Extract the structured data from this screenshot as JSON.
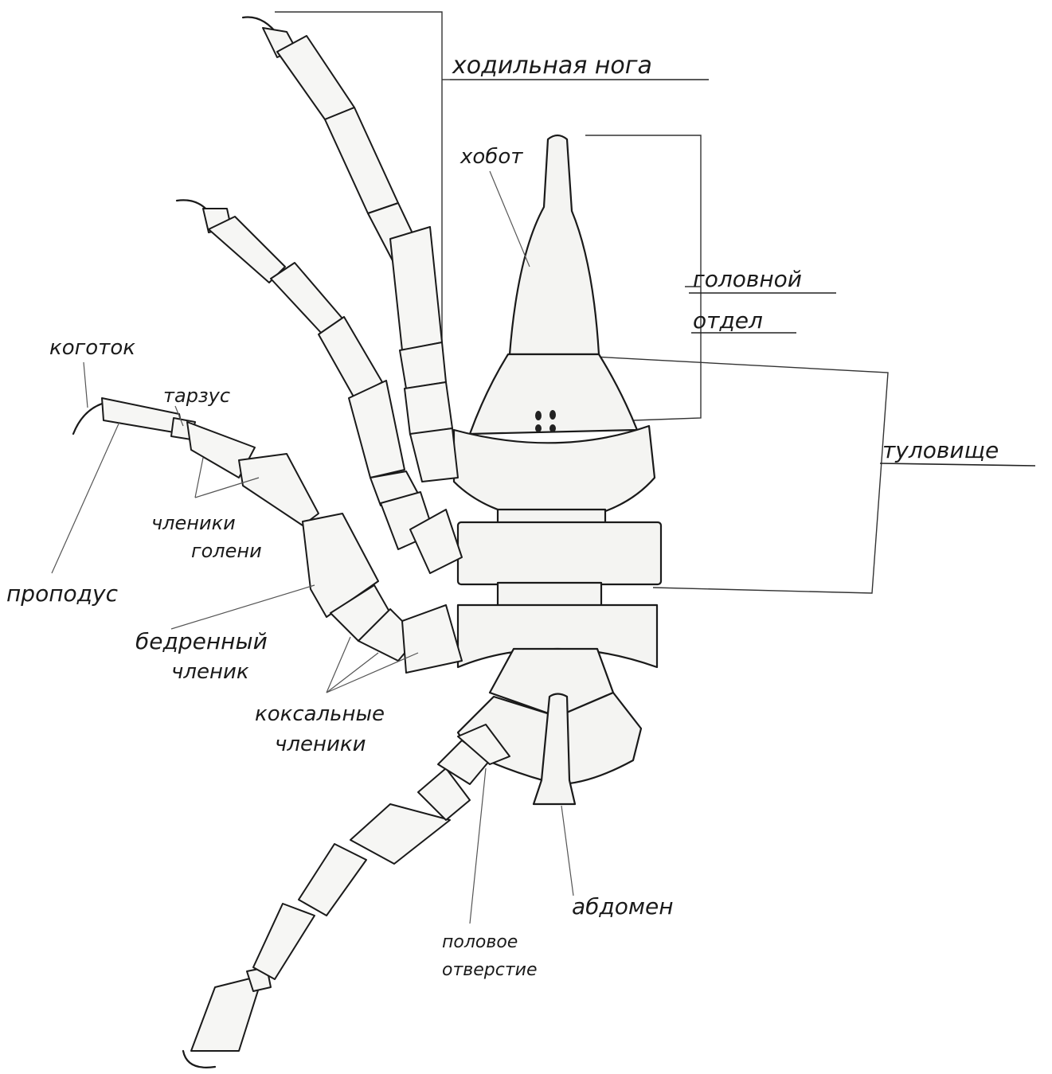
{
  "labels": {
    "walking_leg": "ходильная нога",
    "proboscis": "хобот",
    "head_section_1": "головной",
    "head_section_2": "отдел",
    "trunk": "туловище",
    "claw": "коготок",
    "tarsus": "тарзус",
    "tibia_segments_1": "членики",
    "tibia_segments_2": "голени",
    "propodus": "проподус",
    "femur_segment_1": "бедренный",
    "femur_segment_2": "членик",
    "coxal_segments_1": "коксальные",
    "coxal_segments_2": "членики",
    "abdomen": "абдомен",
    "genital_opening_1": "половое",
    "genital_opening_2": "отверстие"
  },
  "colors": {
    "ink": "#1a1a1a",
    "fill": "#f4f4f2",
    "leader": "#555555"
  }
}
